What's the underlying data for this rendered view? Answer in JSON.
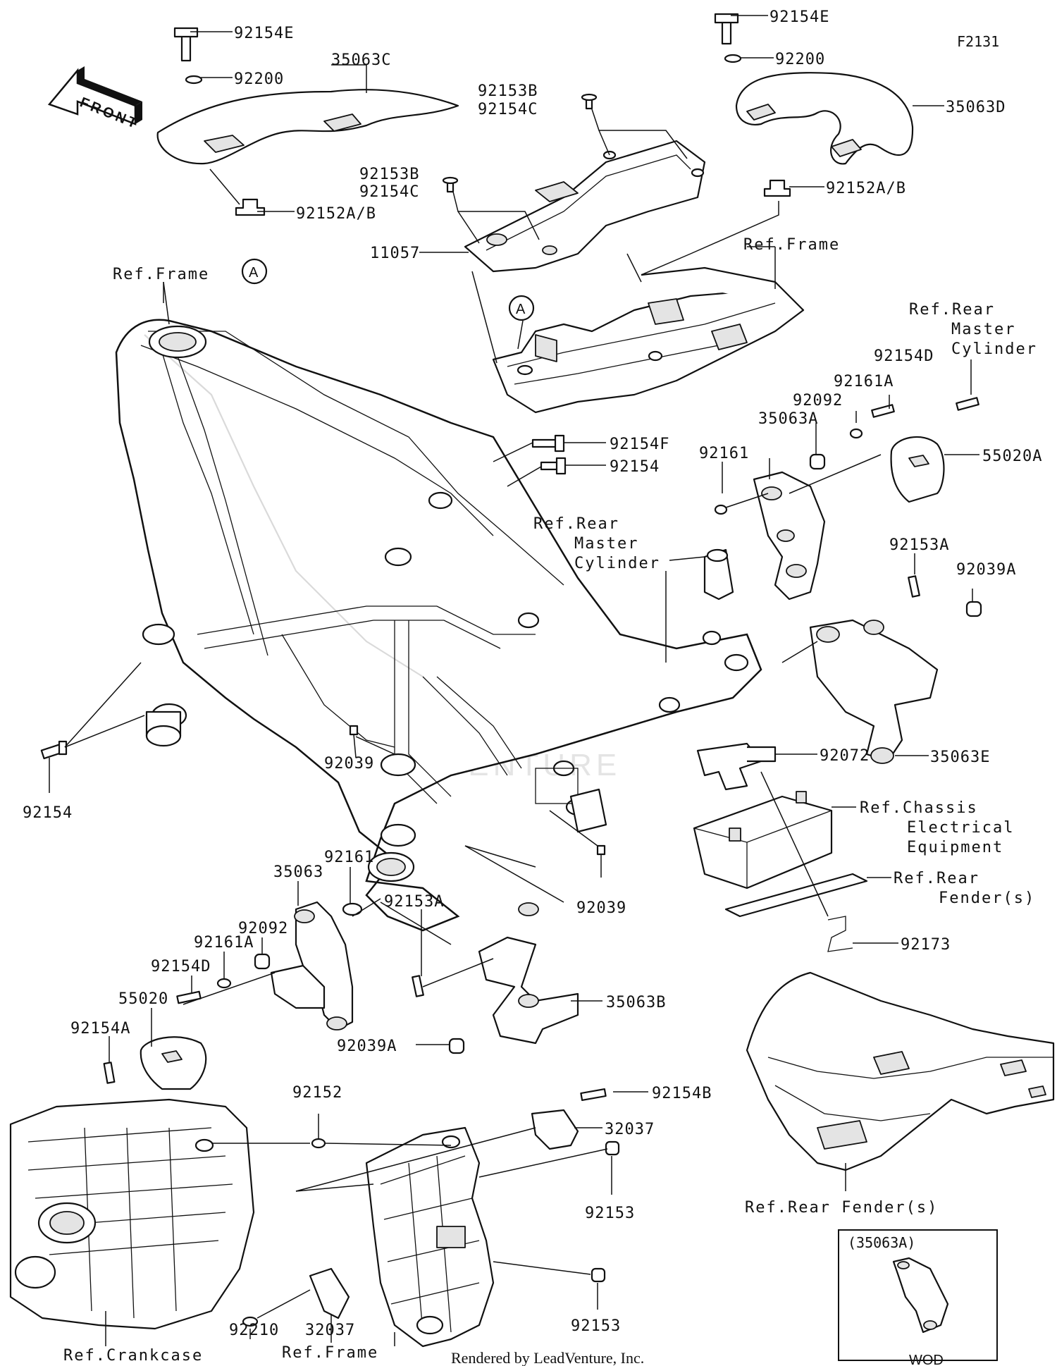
{
  "figure_id": "F2131",
  "front_label": "FRONT",
  "watermark": "LEADVENTURE",
  "footer": "Rendered by LeadVenture, Inc.",
  "circle_marker": "A",
  "inset": {
    "title": "(35063A)",
    "caption": "WOD"
  },
  "parts": {
    "p92154E_a": "92154E",
    "p92200_a": "92200",
    "p35063C": "35063C",
    "p92152AB_a": "92152A/B",
    "p92154E_b": "92154E",
    "p92200_b": "92200",
    "p35063D": "35063D",
    "p92152AB_b": "92152A/B",
    "p92153B_a": "92153B",
    "p92154C_a": "92154C",
    "p92153B_b": "92153B",
    "p92154C_b": "92154C",
    "p11057": "11057",
    "p92154D_a": "92154D",
    "p92161A_a": "92161A",
    "p92092_a": "92092",
    "p92154F": "92154F",
    "p92154_a": "92154",
    "p35063A": "35063A",
    "p92161_a": "92161",
    "p55020A": "55020A",
    "p92153A_a": "92153A",
    "p92039A_a": "92039A",
    "p35063E": "35063E",
    "p92072": "92072",
    "p92039_a": "92039",
    "p92154_b": "92154",
    "p92161_b": "92161",
    "p35063": "35063",
    "p92092_b": "92092",
    "p92161A_b": "92161A",
    "p92154D_b": "92154D",
    "p55020": "55020",
    "p92154A": "92154A",
    "p92039_b": "92039",
    "p92153A_b": "92153A",
    "p35063B": "35063B",
    "p92039A_b": "92039A",
    "p92173": "92173",
    "p92152": "92152",
    "p92154B": "92154B",
    "p32037_a": "32037",
    "p92153_a": "92153",
    "p92153_b": "92153",
    "p92210": "92210",
    "p32037_b": "32037"
  },
  "refs": {
    "ref_frame_a": "Ref.Frame",
    "ref_frame_b": "Ref.Frame",
    "ref_frame_c": "Ref.Frame",
    "ref_rmc_a_1": "Ref.Rear",
    "ref_rmc_a_2": "Master",
    "ref_rmc_a_3": "Cylinder",
    "ref_rmc_b_1": "Ref.Rear",
    "ref_rmc_b_2": "Master",
    "ref_rmc_b_3": "Cylinder",
    "ref_chassis_1": "Ref.Chassis",
    "ref_chassis_2": "Electrical",
    "ref_chassis_3": "Equipment",
    "ref_fender_a_1": "Ref.Rear",
    "ref_fender_a_2": "Fender(s)",
    "ref_fender_b": "Ref.Rear Fender(s)",
    "ref_crankcase": "Ref.Crankcase"
  }
}
